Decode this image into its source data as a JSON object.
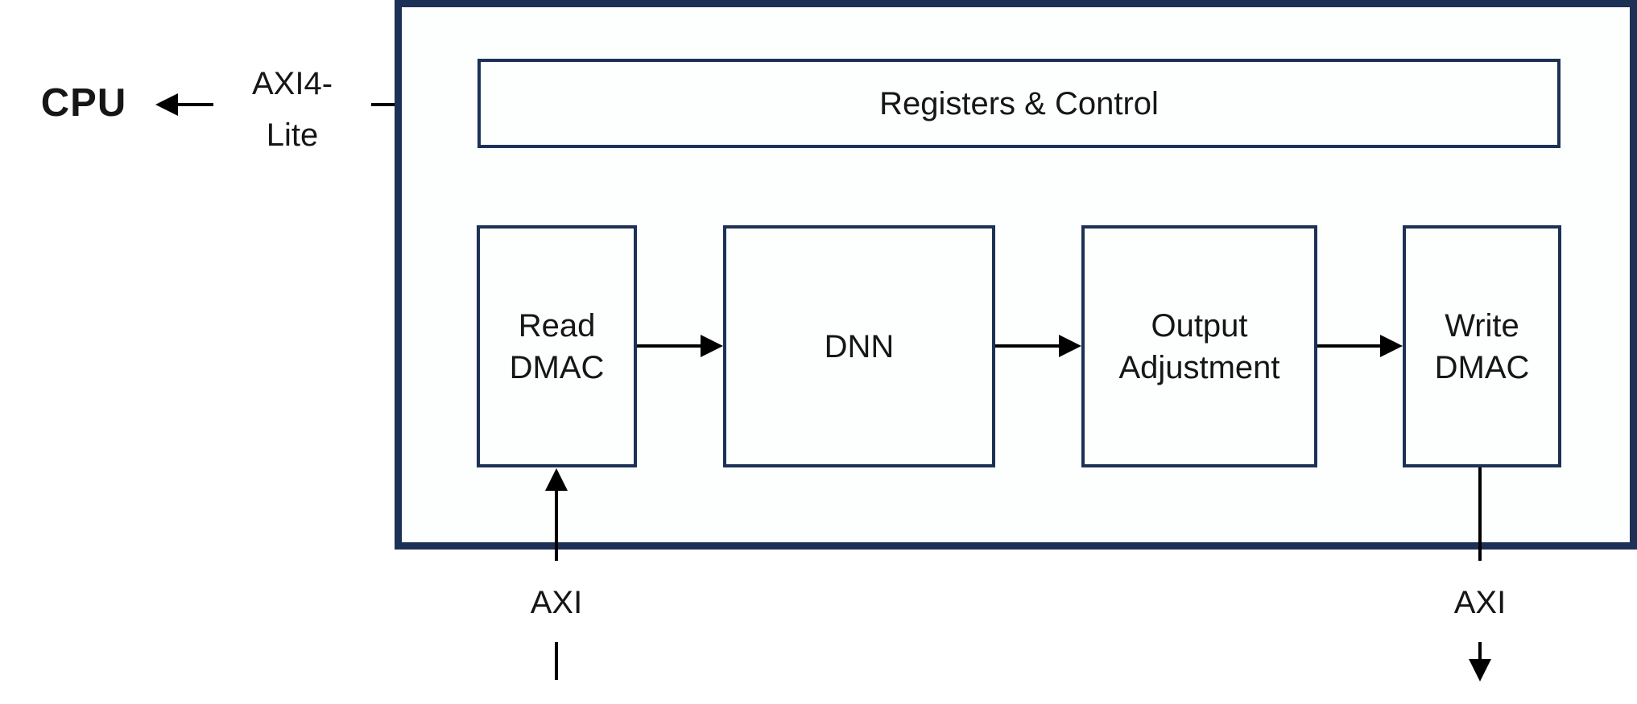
{
  "external": {
    "cpu_label": "CPU",
    "axi4_lite_line1": "AXI4-",
    "axi4_lite_line2": "Lite",
    "axi_bottom_left_label": "AXI",
    "axi_bottom_right_label": "AXI"
  },
  "module": {
    "registers_label": "Registers & Control",
    "blocks": [
      {
        "id": "read-dmac",
        "label": "Read DMAC"
      },
      {
        "id": "dnn",
        "label": "DNN"
      },
      {
        "id": "output-adjustment",
        "label": "Output Adjustment"
      },
      {
        "id": "write-dmac",
        "label": "Write DMAC"
      }
    ]
  },
  "connections": [
    {
      "from": "axi4-lite",
      "to": "cpu",
      "direction": "left"
    },
    {
      "from": "axi4-lite",
      "to": "registers-control",
      "direction": "right"
    },
    {
      "from": "read-dmac",
      "to": "dnn",
      "direction": "right"
    },
    {
      "from": "dnn",
      "to": "output-adjustment",
      "direction": "right"
    },
    {
      "from": "output-adjustment",
      "to": "write-dmac",
      "direction": "right"
    },
    {
      "from": "axi-bottom-left",
      "to": "read-dmac",
      "direction": "up"
    },
    {
      "from": "write-dmac",
      "to": "axi-bottom-right",
      "direction": "down"
    }
  ],
  "colors": {
    "border_navy": "#1d3156",
    "line_black": "#000000",
    "background": "#ffffff"
  }
}
